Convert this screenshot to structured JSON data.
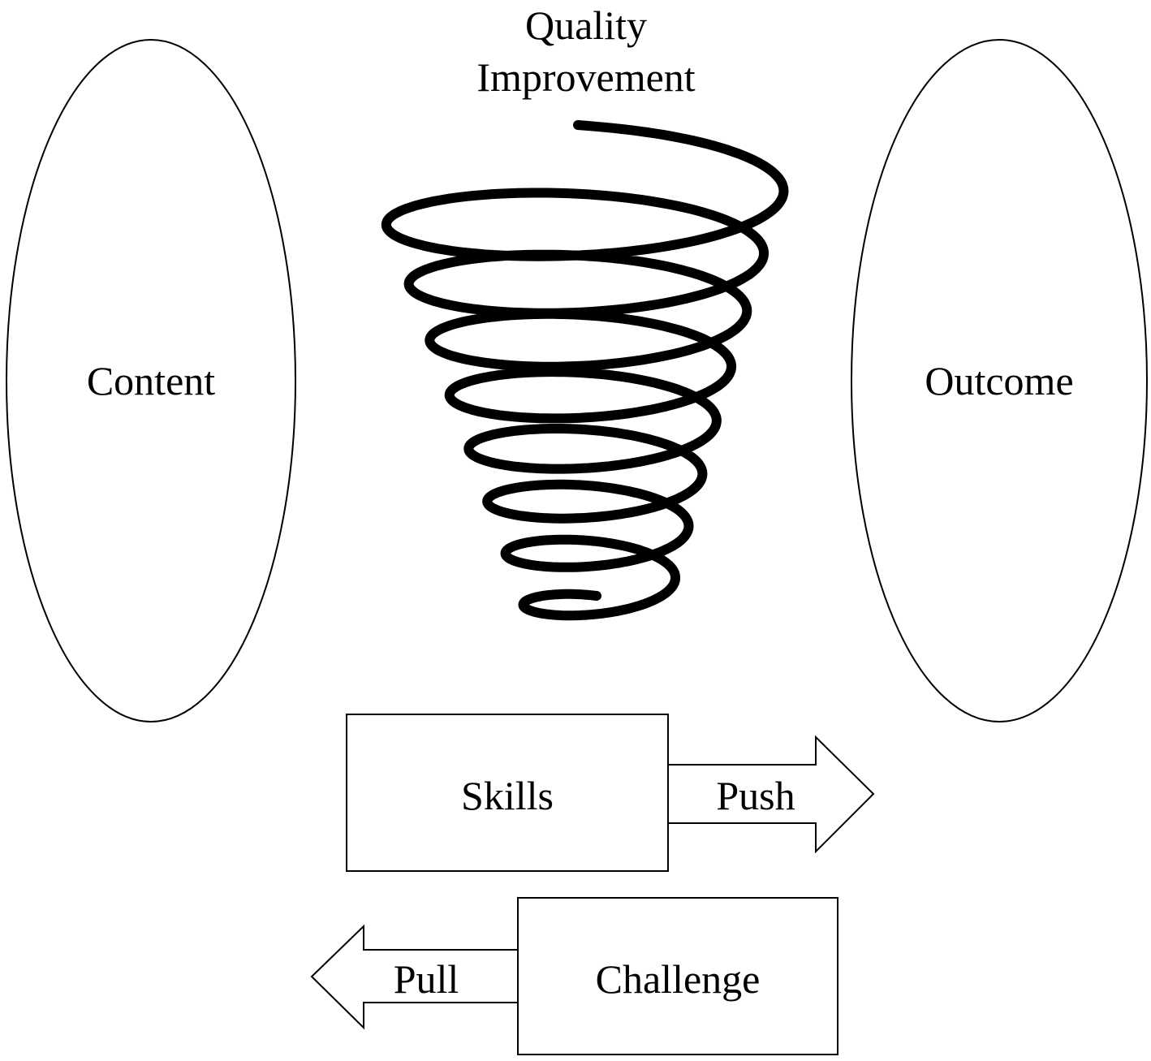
{
  "title_line1": "Quality",
  "title_line2": "Improvement",
  "left_oval_label": "Content",
  "right_oval_label": "Outcome",
  "skills_box_label": "Skills",
  "push_arrow_label": "Push",
  "challenge_box_label": "Challenge",
  "pull_arrow_label": "Pull",
  "colors": {
    "stroke": "#000000",
    "background": "#ffffff"
  }
}
